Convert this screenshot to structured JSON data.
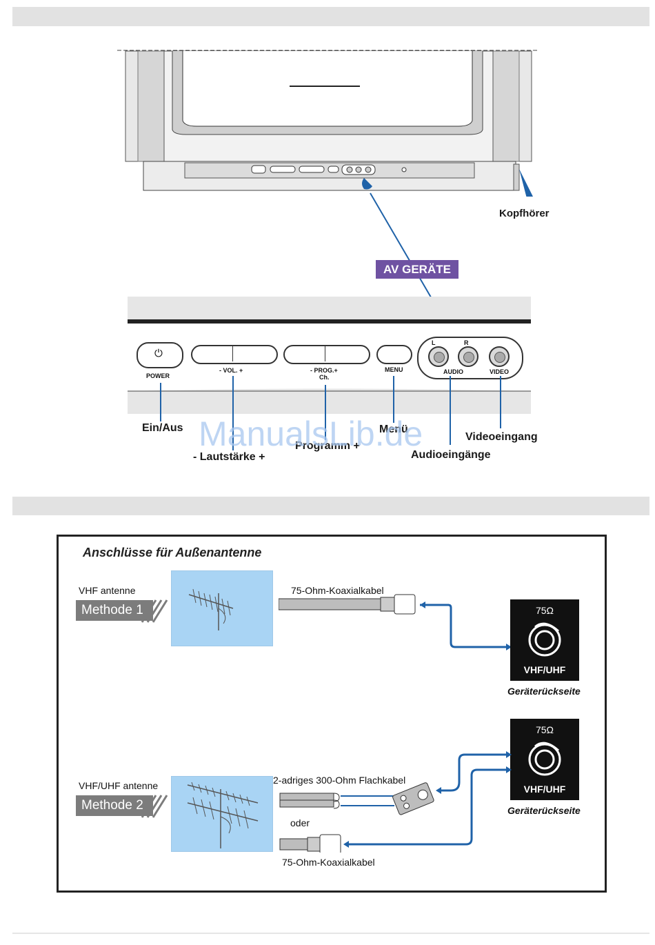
{
  "tv_diagram": {
    "headphone_label": "Kopfhörer",
    "av_badge": "AV GERÄTE",
    "panel_labels": {
      "power": "POWER",
      "vol": "- VOL. +",
      "prog": "- PROG.+",
      "ch": "Ch.",
      "menu": "MENU",
      "audio_l": "L",
      "audio_r": "R",
      "audio": "AUDIO",
      "video": "VIDEO",
      "power_symbol": "⏻"
    },
    "callouts": {
      "power": "Ein/Aus",
      "volume": "- Lautstärke +",
      "program": "Programm +",
      "menu": "Menü",
      "audio_in": "Audioeingänge",
      "video_in": "Videoeingang"
    }
  },
  "watermark": "ManualsLib.de",
  "antenna_section": {
    "heading": "Anschlüsse für Außenantenne",
    "method1": {
      "antenna": "VHF antenne",
      "label": "Methode 1",
      "cable": "75-Ohm-Koaxialkabel"
    },
    "method2": {
      "antenna": "VHF/UHF antenne",
      "label": "Methode 2",
      "flat_cable": "2-adriges 300-Ohm Flachkabel",
      "or": "oder",
      "coax_cable": "75-Ohm-Koaxialkabel"
    },
    "rear_panel": {
      "ohm": "75Ω",
      "band": "VHF/UHF",
      "caption": "Geräterückseite"
    }
  },
  "colors": {
    "header_bar": "#e2e2e2",
    "badge": "#6f52a2",
    "connector_line": "#1f62a8",
    "sky": "#a9d4f4",
    "method_badge": "#7c7c7c"
  }
}
